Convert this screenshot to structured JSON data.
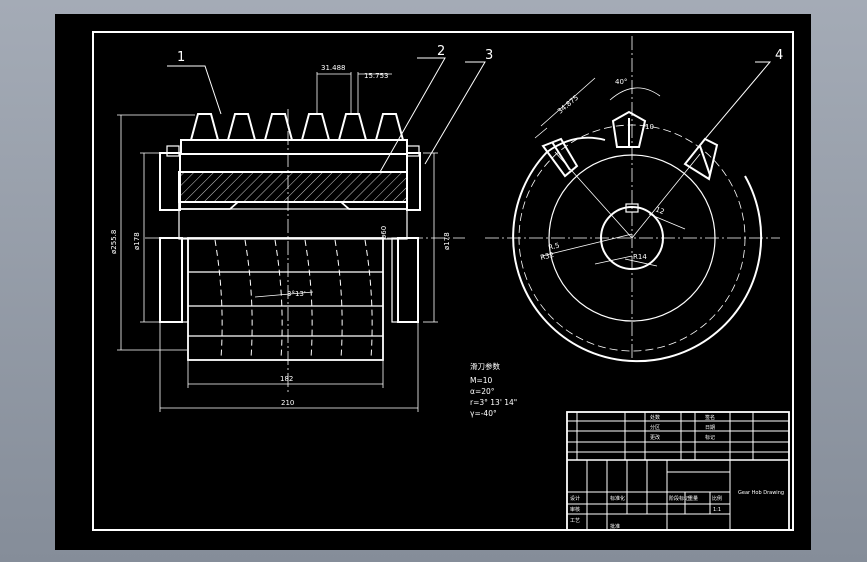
{
  "drawing": {
    "part_labels": [
      "1",
      "2",
      "3",
      "4"
    ],
    "dimensions": {
      "pitch": "31.488",
      "offset": "15.753",
      "dia_outer": "ø255.8",
      "dia_left": "ø178",
      "dia_right": "ø178",
      "bore": "ø60",
      "width_inner": "182",
      "width_overall": "210",
      "helix": "3°13'",
      "arc_len": "34.875",
      "tooth_angle": "40°",
      "tooth_width": "10",
      "radius_a": "R.5",
      "radius_b": "R32",
      "small_a": "12",
      "small_b": "R14"
    },
    "notes": {
      "heading": "滑刀参数",
      "lines": [
        "M=10",
        "α=20°",
        "r=3° 13' 14\"",
        "γ=-40°"
      ]
    },
    "title_block": {
      "part_name": "Gear Hob Drawing",
      "upper_cells": [
        "处数",
        "分区",
        "更改",
        "签名",
        "日期",
        "标记"
      ],
      "mid_cells": [
        "设计",
        "标准化",
        "阶段标记",
        "重量",
        "比例"
      ],
      "lower_cells": [
        "审核",
        "工艺",
        "批准",
        "1:1"
      ]
    }
  }
}
